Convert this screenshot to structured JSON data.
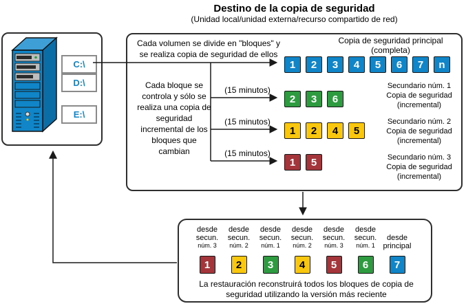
{
  "title": "Destino de la copia de seguridad",
  "subtitle": "(Unidad local/unidad externa/recurso compartido de red)",
  "colors": {
    "blue": "#1086c8",
    "green": "#2e9b41",
    "yellow": "#f9c80e",
    "red": "#a3353b"
  },
  "source": {
    "drives": [
      "C:\\",
      "D:\\",
      "E:\\"
    ]
  },
  "main_panel": {
    "volume_note": "Cada volumen se divide en \"bloques\" y se realiza copia de seguridad de ellos",
    "block_note": "Cada bloque se controla y sólo se realiza una copia de seguridad incremental de los bloques que cambian",
    "intervals": [
      "(15 minutos)",
      "(15 minutos)",
      "(15 minutos)"
    ],
    "principal": {
      "label_line1": "Copia de seguridad principal",
      "label_line2": "(completa)",
      "blocks": [
        "1",
        "2",
        "3",
        "4",
        "5",
        "6",
        "7",
        "n"
      ],
      "color": "blue"
    },
    "secondaries": [
      {
        "name": "Secundario núm. 1",
        "desc": "Copia de seguridad",
        "mode": "(incremental)",
        "blocks": [
          "2",
          "3",
          "6"
        ],
        "color": "green"
      },
      {
        "name": "Secundario núm. 2",
        "desc": "Copia de seguridad",
        "mode": "(incremental)",
        "blocks": [
          "1",
          "2",
          "4",
          "5"
        ],
        "color": "yellow"
      },
      {
        "name": "Secundario núm. 3",
        "desc": "Copia de seguridad",
        "mode": "(incremental)",
        "blocks": [
          "1",
          "5"
        ],
        "color": "red"
      }
    ]
  },
  "restore_panel": {
    "columns": [
      {
        "line1": "desde",
        "line2": "secun.",
        "line3": "núm. 3",
        "block": "1",
        "color": "red"
      },
      {
        "line1": "desde",
        "line2": "secun.",
        "line3": "núm. 2",
        "block": "2",
        "color": "yellow"
      },
      {
        "line1": "desde",
        "line2": "secun.",
        "line3": "núm. 1",
        "block": "3",
        "color": "green"
      },
      {
        "line1": "desde",
        "line2": "secun.",
        "line3": "núm. 2",
        "block": "4",
        "color": "yellow"
      },
      {
        "line1": "desde",
        "line2": "secun.",
        "line3": "núm. 3",
        "block": "5",
        "color": "red"
      },
      {
        "line1": "desde",
        "line2": "secun.",
        "line3": "núm. 1",
        "block": "6",
        "color": "green"
      },
      {
        "line1": "desde",
        "line2": "principal",
        "block": "7",
        "color": "blue"
      }
    ],
    "footer": "La restauración reconstruirá todos los bloques de copia de seguridad utilizando la versión más reciente"
  }
}
